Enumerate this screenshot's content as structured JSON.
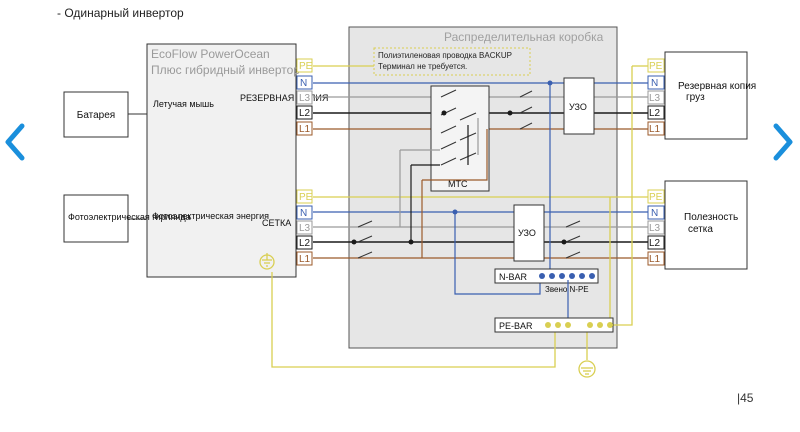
{
  "page": {
    "heading": "- Одинарный инвертор",
    "page_number": "|45"
  },
  "colors": {
    "N": "#3a5fb0",
    "L2": "#1a1a1a",
    "L3": "#9a9a9a",
    "L1": "#9b5a2a",
    "PE": "#d9cf52",
    "box_fill": "#e6e6e6",
    "accent": "#1a8fdc"
  },
  "inverter": {
    "title_line1": "EcoFlow PowerOcean",
    "title_line2": "Плюс гибридный инвертор",
    "battery_port": "Летучая мышь",
    "pv_port": "Фотоэлектрическая энергия",
    "backup_port": "РЕЗЕРВНАЯ КОПИЯ",
    "grid_port": "СЕТКА"
  },
  "battery": {
    "label": "Батарея"
  },
  "pv": {
    "label": "Фотоэлектрическая гирлянда"
  },
  "distribution_box": {
    "title": "Распределительная коробка"
  },
  "note": {
    "line1": "Полиэтиленовая проводка BACKUP",
    "line2": "Терминал не требуется."
  },
  "backup_load": {
    "line1": "Резервная копия",
    "line2": "груз"
  },
  "utility_grid": {
    "line1": "Полезность",
    "line2": "сетка"
  },
  "terminals": {
    "pe": "PE",
    "n": "N",
    "l3": "L3",
    "l2": "L2",
    "l1": "L1"
  },
  "devices": {
    "rcd": "УЗО",
    "mts": "МТС",
    "n_bar": "N-BAR",
    "pe_bar": "PE-BAR",
    "n_pe_link": "Звено N-PE"
  },
  "icons": {
    "prev": "chevron-left-icon",
    "next": "chevron-right-icon",
    "ground": "ground-icon"
  }
}
